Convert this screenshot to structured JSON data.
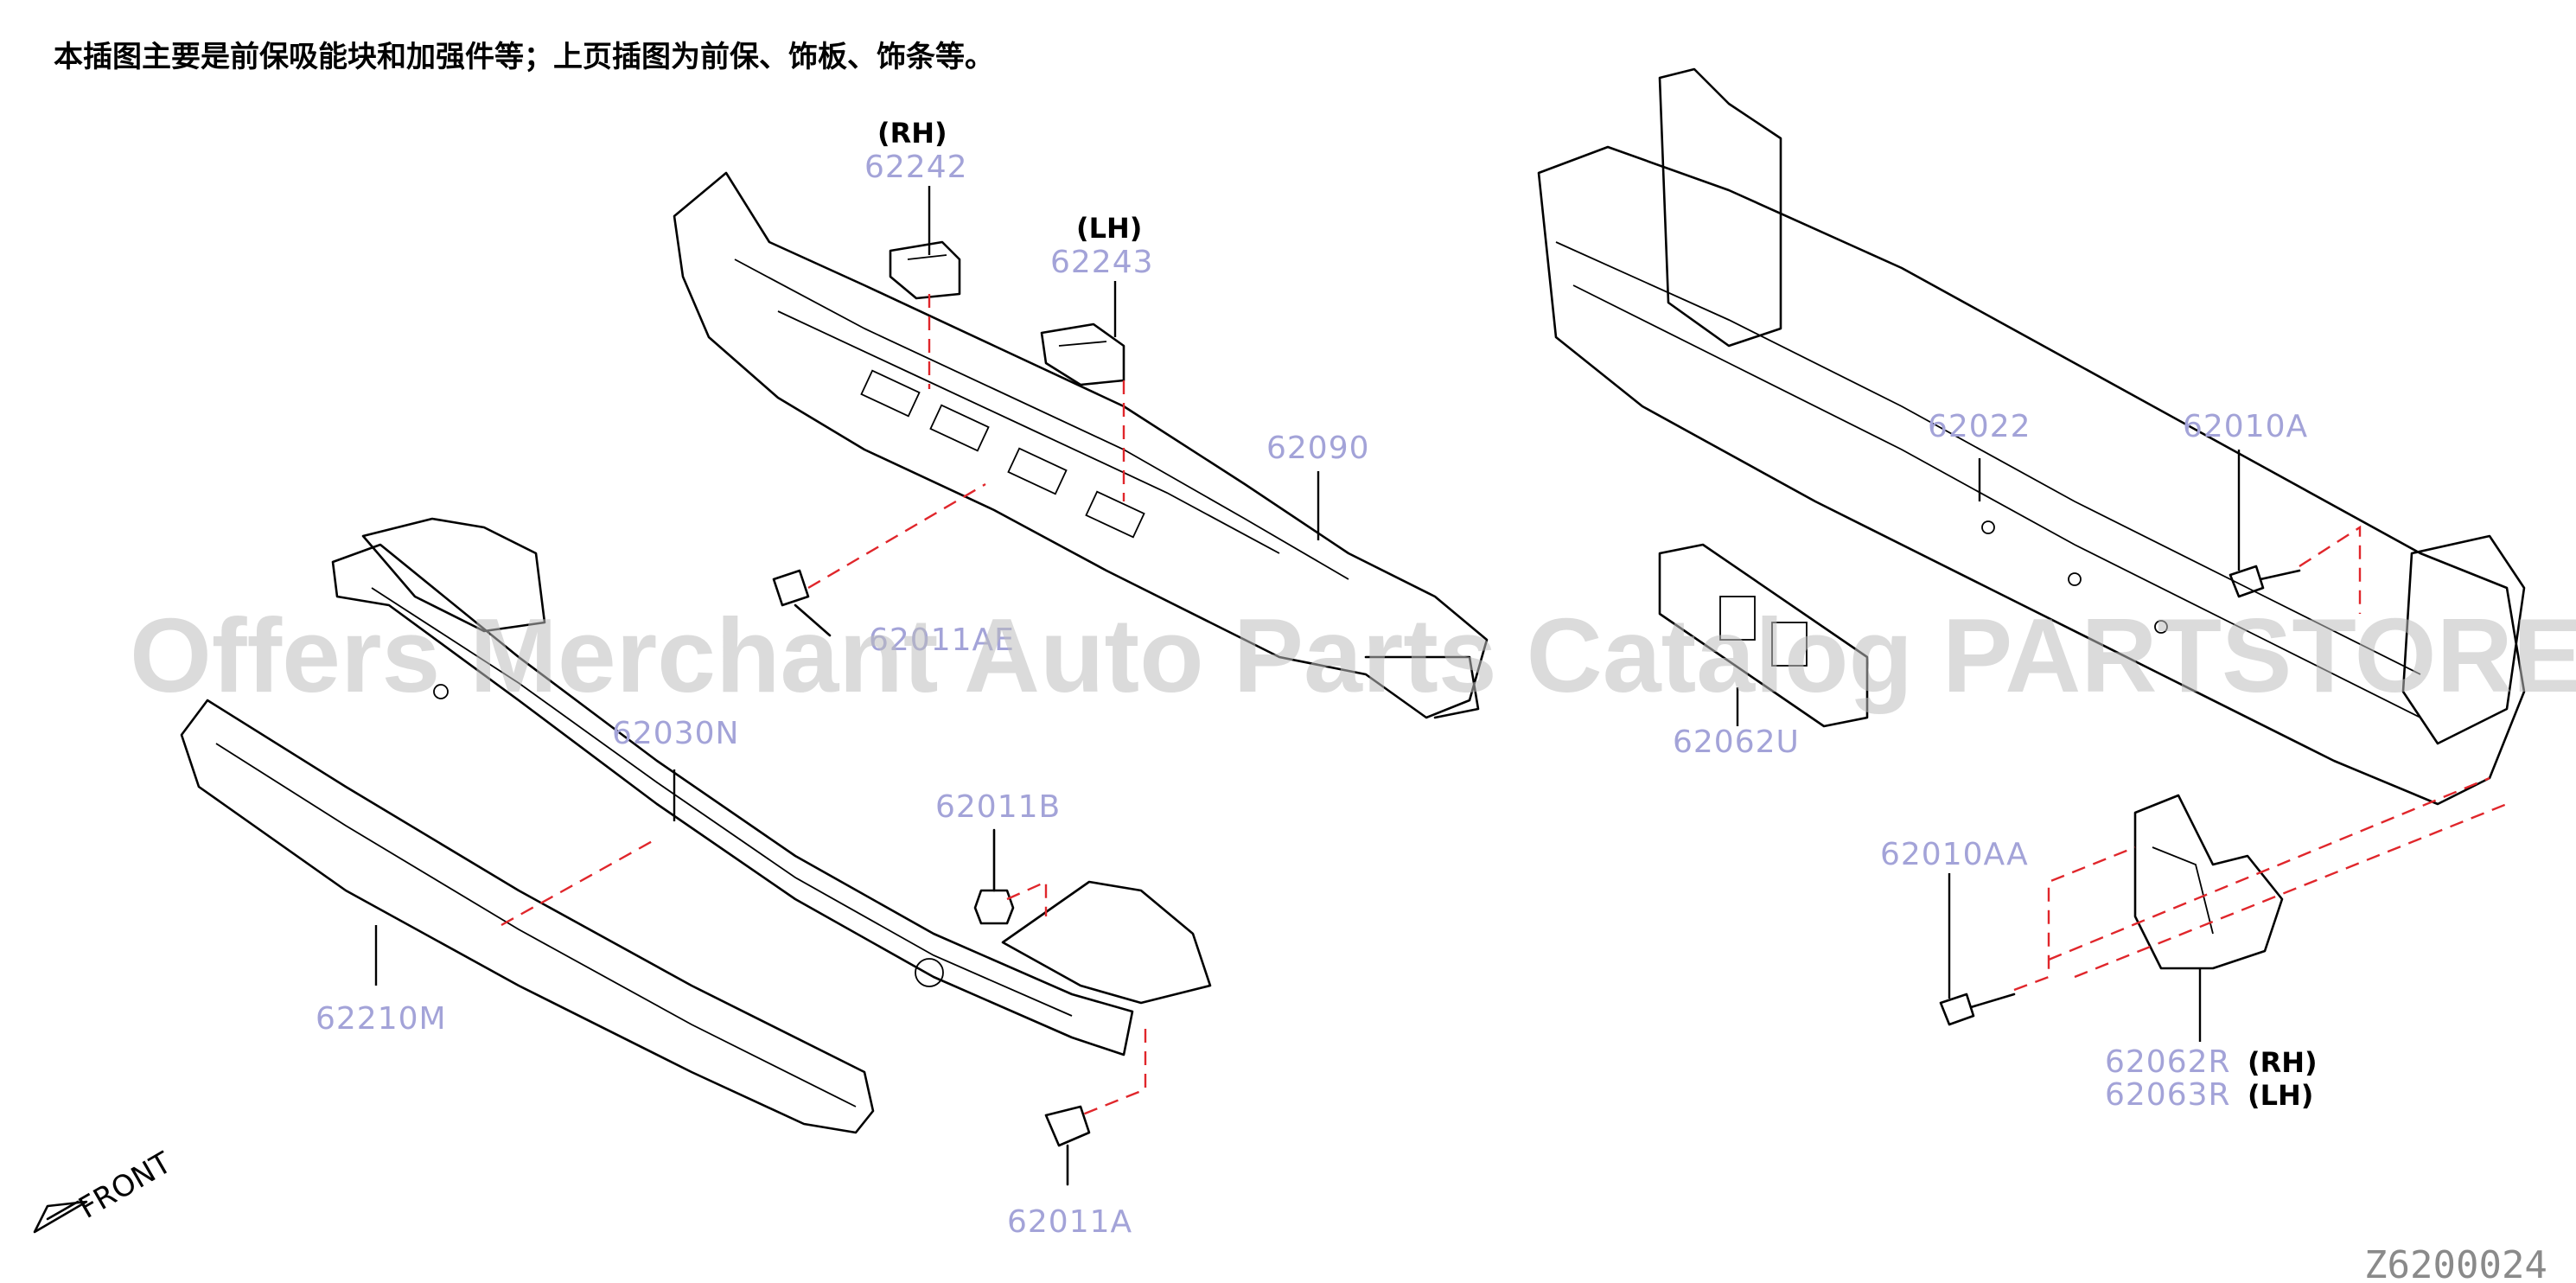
{
  "heading": "本插图主要是前保吸能块和加强件等；上页插图为前保、饰板、饰条等。",
  "watermark": "Offers Merchant Auto Parts Catalog PARTSTORE.SA",
  "diagram_code": "Z6200024",
  "front_label": "FRONT",
  "labels": {
    "p62242_side": "(RH)",
    "p62242": "62242",
    "p62243_side": "(LH)",
    "p62243": "62243",
    "p62090": "62090",
    "p62011AE": "62011AE",
    "p62030N": "62030N",
    "p62011B": "62011B",
    "p62210M": "62210M",
    "p62011A": "62011A",
    "p62022": "62022",
    "p62010A": "62010A",
    "p62062U": "62062U",
    "p62010AA": "62010AA",
    "p62062R": "62062R",
    "p62062R_side": "(RH)",
    "p62063R": "62063R",
    "p62063R_side": "(LH)"
  },
  "colors": {
    "label": "#a3a3d8",
    "dashed_guide": "#e0262b",
    "line": "#000000"
  }
}
